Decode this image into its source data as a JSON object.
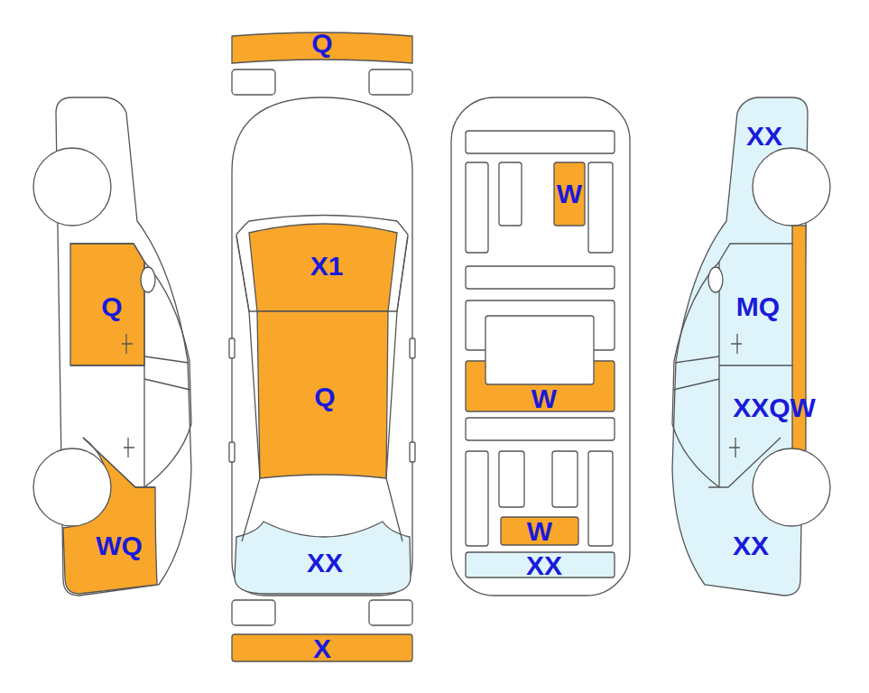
{
  "diagram": {
    "nodes": [
      {
        "text": [
          "Q"
        ]
      },
      {
        "text": [
          "Q"
        ]
      },
      {
        "text": [
          "WQ"
        ]
      },
      {
        "text": [
          "X1"
        ]
      },
      {
        "text": [
          "Q"
        ]
      },
      {
        "text": [
          "XX"
        ]
      },
      {
        "text": [
          "X"
        ]
      },
      {
        "text": [
          "W"
        ]
      },
      {
        "text": [
          "W"
        ]
      },
      {
        "text": [
          "W"
        ]
      },
      {
        "text": [
          "XX"
        ]
      },
      {
        "text": [
          "XX"
        ]
      },
      {
        "text": [
          "MQ"
        ]
      },
      {
        "text": [
          "XXQW"
        ]
      },
      {
        "text": [
          "XX"
        ]
      }
    ]
  }
}
